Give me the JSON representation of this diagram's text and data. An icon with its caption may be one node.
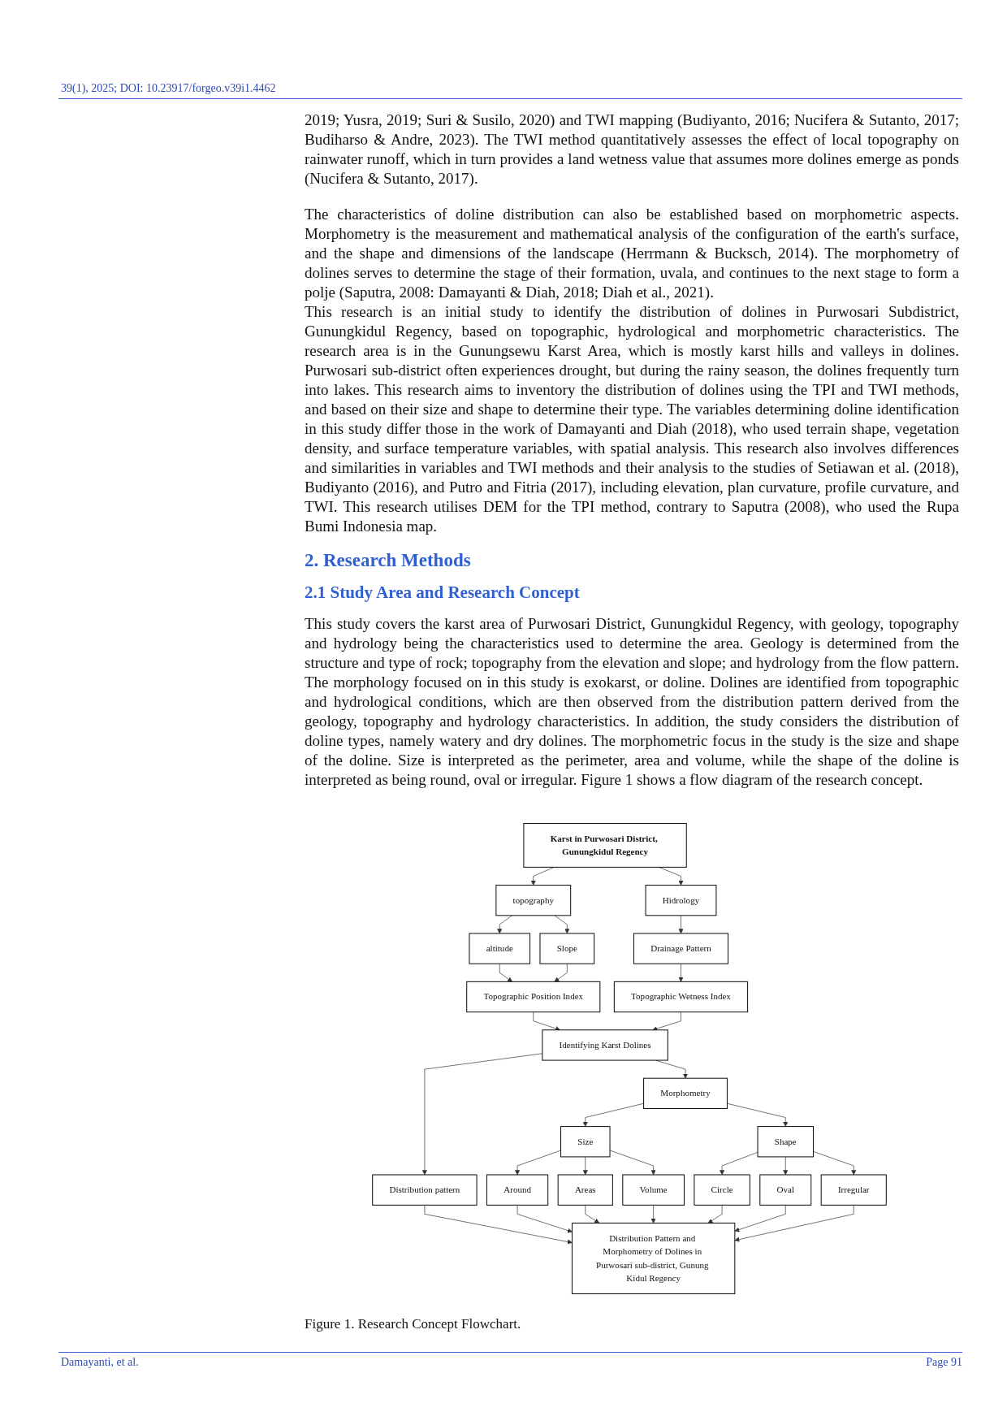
{
  "diagram": {
    "caption": "Figure 1. Research Concept Flowchart.",
    "nodes": [
      {
        "text": [
          "Karst in Purwosari District, Gunungkidul Regency"
        ]
      },
      {
        "text": [
          "topography"
        ]
      },
      {
        "text": [
          "Hidrology"
        ]
      },
      {
        "text": [
          "altitude"
        ]
      },
      {
        "text": [
          "Slope"
        ]
      },
      {
        "text": [
          "Drainage Pattern"
        ]
      },
      {
        "text": [
          "Topographic Position Index"
        ]
      },
      {
        "text": [
          "Topographic Wetness Index"
        ]
      },
      {
        "text": [
          "Identifying Karst Dolines"
        ]
      },
      {
        "text": [
          "Distribution pattern"
        ]
      },
      {
        "text": [
          "Morphometry"
        ]
      },
      {
        "text": [
          "Size"
        ]
      },
      {
        "text": [
          "Shape"
        ]
      },
      {
        "text": [
          "Around"
        ]
      },
      {
        "text": [
          "Areas"
        ]
      },
      {
        "text": [
          "Volume"
        ]
      },
      {
        "text": [
          "Circle"
        ]
      },
      {
        "text": [
          "Oval"
        ]
      },
      {
        "text": [
          "Irregular"
        ]
      },
      {
        "text": [
          "Distribution Pattern and Morphometry of Dolines in Purwosari sub-district, Gunung Kidul Regency"
        ]
      }
    ],
    "edges": [
      {
        "from": 0,
        "to": 1,
        "arrow": "to"
      },
      {
        "from": 0,
        "to": 2,
        "arrow": "to"
      },
      {
        "from": 1,
        "to": 3,
        "arrow": "to"
      },
      {
        "from": 1,
        "to": 4,
        "arrow": "to"
      },
      {
        "from": 2,
        "to": 5,
        "arrow": "to"
      },
      {
        "from": 3,
        "to": 6,
        "arrow": "to"
      },
      {
        "from": 4,
        "to": 6,
        "arrow": "to"
      },
      {
        "from": 5,
        "to": 7,
        "arrow": "to"
      },
      {
        "from": 6,
        "to": 8,
        "arrow": "to"
      },
      {
        "from": 7,
        "to": 8,
        "arrow": "to"
      },
      {
        "from": 8,
        "to": 9,
        "arrow": "to"
      },
      {
        "from": 8,
        "to": 10,
        "arrow": "to"
      },
      {
        "from": 10,
        "to": 11,
        "arrow": "to"
      },
      {
        "from": 10,
        "to": 12,
        "arrow": "to"
      },
      {
        "from": 11,
        "to": 13,
        "arrow": "to"
      },
      {
        "from": 11,
        "to": 14,
        "arrow": "to"
      },
      {
        "from": 11,
        "to": 15,
        "arrow": "to"
      },
      {
        "from": 12,
        "to": 16,
        "arrow": "to"
      },
      {
        "from": 12,
        "to": 17,
        "arrow": "to"
      },
      {
        "from": 12,
        "to": 18,
        "arrow": "to"
      },
      {
        "from": 9,
        "to": 19,
        "arrow": "to"
      },
      {
        "from": 13,
        "to": 19,
        "arrow": "to"
      },
      {
        "from": 14,
        "to": 19,
        "arrow": "to"
      },
      {
        "from": 15,
        "to": 19,
        "arrow": "to"
      },
      {
        "from": 16,
        "to": 19,
        "arrow": "to"
      },
      {
        "from": 17,
        "to": 19,
        "arrow": "to"
      },
      {
        "from": 18,
        "to": 19,
        "arrow": "to"
      }
    ],
    "labels": [
      "39(1), 2025; DOI: 10.23917/forgeo.v39i1.4462",
      "2019; Yusra, 2019; Suri & Susilo, 2020) and TWI mapping (Budiyanto, 2016; Nucifera & Sutanto, 2017; Budiharso & Andre, 2023). The TWI method quantitatively assesses the effect of local topography on rainwater runoff, which in turn provides a land wetness value that assumes more dolines emerge as ponds (Nucifera & Sutanto, 2017).",
      "The characteristics of doline distribution can also be established based on morphometric aspects. Morphometry is the measurement and mathematical analysis of the configuration of the earth's surface, and the shape and dimensions of the landscape (Herrmann & Bucksch, 2014). The morphometry of dolines serves to determine the stage of their formation, uvala, and continues to the next stage to form a polje (Saputra, 2008: Damayanti & Diah, 2018; Diah et al., 2021).",
      "This research is an initial study to identify the distribution of dolines in Purwosari Subdistrict, Gunungkidul Regency, based on topographic, hydrological and morphometric characteristics. The research area is in the Gunungsewu Karst Area, which is mostly karst hills and valleys in dolines. Purwosari sub-district often experiences drought, but during the rainy season, the dolines frequently turn into lakes. This research aims to inventory the distribution of dolines using the TPI and TWI methods, and based on their size and shape to determine their type. The variables determining doline identification in this study differ those in the work of Damayanti and Diah (2018), who used terrain shape, vegetation density, and surface temperature variables, with spatial analysis. This research also involves differences and similarities in variables and TWI methods and their analysis to the studies of Setiawan et al. (2018), Budiyanto (2016), and Putro and Fitria (2017), including elevation, plan curvature, profile curvature, and TWI. This research utilises DEM for the TPI method, contrary to Saputra (2008), who used the Rupa Bumi Indonesia map.",
      "2. Research Methods",
      "2.1 Study Area and Research Concept",
      "This study covers the karst area of Purwosari District, Gunungkidul Regency, with geology, topography and hydrology being the characteristics used to determine the area. Geology is determined from the structure and type of rock; topography from the elevation and slope; and hydrology from the flow pattern. The morphology focused on in this study is exokarst, or doline. Dolines are identified from topographic and hydrological conditions, which are then observed from the distribution pattern derived from the geology, topography and hydrology characteristics. In addition, the study considers the distribution of doline types, namely watery and dry dolines. The morphometric focus in the study is the size and shape of the doline. Size is interpreted as the perimeter, area and volume, while the shape of the doline is interpreted as being round, oval or irregular. Figure 1 shows a flow diagram of the research concept.",
      "Damayanti, et al.",
      "Page 91"
    ]
  }
}
